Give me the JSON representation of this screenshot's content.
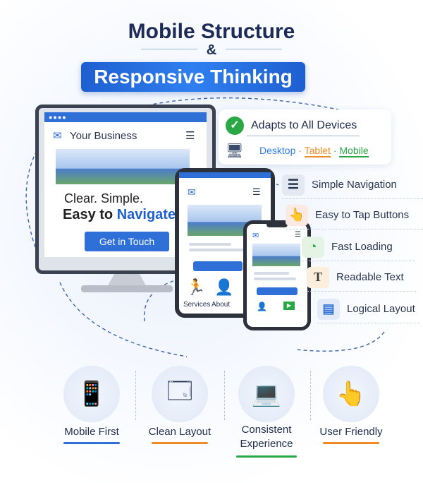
{
  "header": {
    "title": "Mobile Structure",
    "ampersand": "&",
    "banner": "Responsive Thinking"
  },
  "monitor": {
    "brand": "Your Business",
    "headline_1": "Clear. Simple.",
    "headline_2a": "Easy to ",
    "headline_2b": "Navigate",
    "cta": "Get in Touch"
  },
  "tablet": {
    "tile_1": "Services",
    "tile_2": "About"
  },
  "devices_card": {
    "title": "Adapts to All Devices",
    "desktop": "Desktop",
    "tablet": "Tablet",
    "mobile": "Mobile",
    "sep": "·"
  },
  "features": [
    {
      "label": "Simple Navigation",
      "icon": "menu-icon"
    },
    {
      "label": "Easy to Tap Buttons",
      "icon": "tap-hand-icon"
    },
    {
      "label": "Fast Loading",
      "icon": "speedometer-icon"
    },
    {
      "label": "Readable Text",
      "icon": "text-icon"
    },
    {
      "label": "Logical Layout",
      "icon": "layout-icon"
    }
  ],
  "bottom": [
    {
      "label": "Mobile First",
      "color": "#2f6fd8"
    },
    {
      "label": "Clean Layout",
      "color": "#f08a24"
    },
    {
      "label": "Consistent",
      "label2": "Experience",
      "color": "#2aa845"
    },
    {
      "label": "User Friendly",
      "color": "#f08a24"
    }
  ],
  "colors": {
    "accent": "#2f6fd8",
    "navy": "#1c2b57",
    "orange": "#f08a24",
    "green": "#2aa845"
  }
}
